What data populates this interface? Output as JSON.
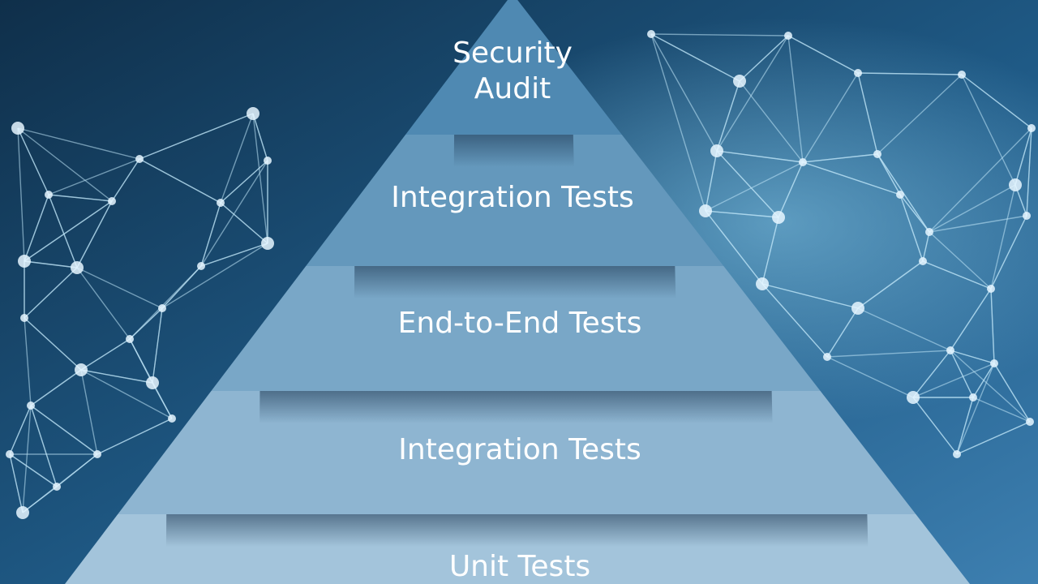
{
  "diagram": {
    "type": "pyramid",
    "tiers": [
      {
        "id": "security-audit",
        "lines": [
          "Security",
          "Audit"
        ]
      },
      {
        "id": "integration-tests-upper",
        "lines": [
          "Integration Tests"
        ]
      },
      {
        "id": "end-to-end-tests",
        "lines": [
          "End-to-End Tests"
        ]
      },
      {
        "id": "integration-tests-lower",
        "lines": [
          "Integration Tests"
        ]
      },
      {
        "id": "unit-tests",
        "lines": [
          "Unit Tests"
        ]
      }
    ]
  },
  "colors": {
    "background_dark": "#0f2f4a",
    "background_light": "#3d7fb0",
    "network_line": "#bfe6f7",
    "network_node": "#e6f6ff",
    "tier_top": "#4f89b2",
    "tier_bottom": "#a3c4db",
    "text": "#ffffff"
  }
}
